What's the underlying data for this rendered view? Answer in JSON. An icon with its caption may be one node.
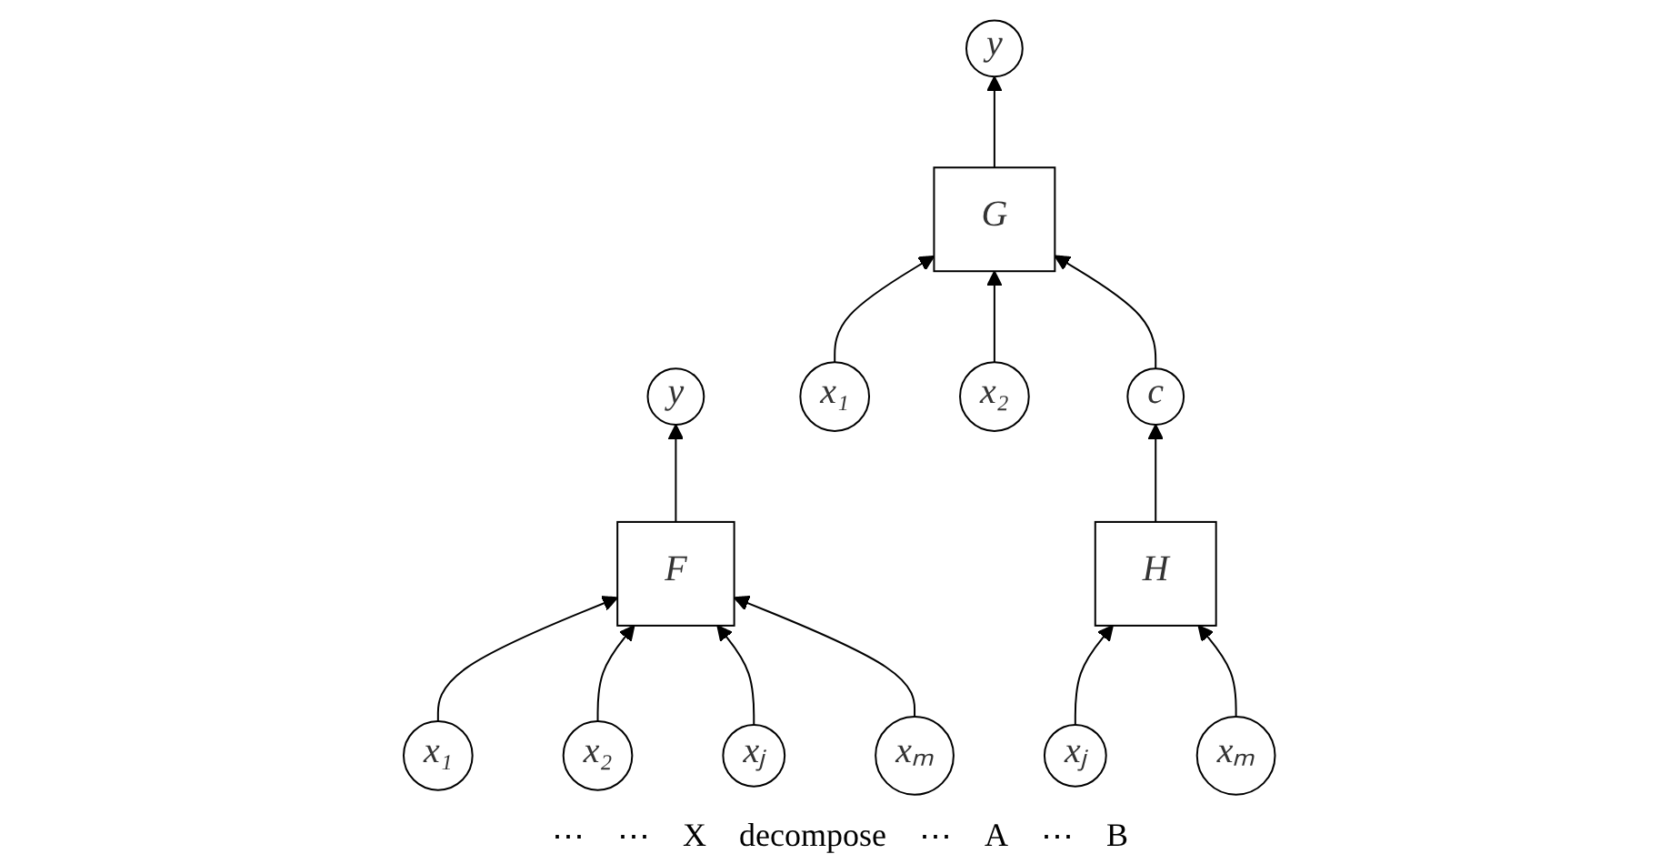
{
  "diagram": {
    "nodes": [
      {
        "text": [
          "y"
        ]
      },
      {
        "text": [
          "F"
        ]
      },
      {
        "text": [
          "x₁"
        ]
      },
      {
        "text": [
          "x₂"
        ]
      },
      {
        "text": [
          "xⱼ"
        ]
      },
      {
        "text": [
          "xₘ"
        ]
      },
      {
        "text": [
          "y"
        ]
      },
      {
        "text": [
          "G"
        ]
      },
      {
        "text": [
          "x₁"
        ]
      },
      {
        "text": [
          "x₂"
        ]
      },
      {
        "text": [
          "c"
        ]
      },
      {
        "text": [
          "H"
        ]
      },
      {
        "text": [
          "xⱼ"
        ]
      },
      {
        "text": [
          "xₘ"
        ]
      }
    ],
    "edges": [
      {
        "from": 2,
        "to": 1,
        "arrow": "to"
      },
      {
        "from": 3,
        "to": 1,
        "arrow": "to"
      },
      {
        "from": 4,
        "to": 1,
        "arrow": "to"
      },
      {
        "from": 5,
        "to": 1,
        "arrow": "to"
      },
      {
        "from": 1,
        "to": 0,
        "arrow": "to"
      },
      {
        "from": 8,
        "to": 7,
        "arrow": "to"
      },
      {
        "from": 9,
        "to": 7,
        "arrow": "to"
      },
      {
        "from": 10,
        "to": 7,
        "arrow": "to"
      },
      {
        "from": 7,
        "to": 6,
        "arrow": "to"
      },
      {
        "from": 11,
        "to": 10,
        "arrow": "to"
      },
      {
        "from": 12,
        "to": 11,
        "arrow": "to"
      },
      {
        "from": 13,
        "to": 11,
        "arrow": "to"
      }
    ],
    "labels": [
      "⋯",
      "⋯",
      "X",
      "decompose",
      "⋯",
      "A",
      "⋯",
      "B"
    ]
  }
}
